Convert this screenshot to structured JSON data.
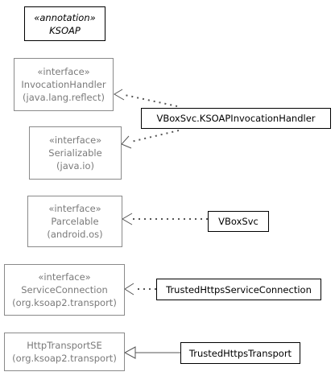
{
  "annotation": {
    "stereotype": "«annotation»",
    "name": "KSOAP"
  },
  "nodes": {
    "invocation_handler": {
      "stereotype": "«interface»",
      "name": "InvocationHandler",
      "package": "(java.lang.reflect)"
    },
    "serializable": {
      "stereotype": "«interface»",
      "name": "Serializable",
      "package": "(java.io)"
    },
    "parcelable": {
      "stereotype": "«interface»",
      "name": "Parcelable",
      "package": "(android.os)"
    },
    "service_connection": {
      "stereotype": "«interface»",
      "name": "ServiceConnection",
      "package": "(org.ksoap2.transport)"
    },
    "http_transport_se": {
      "name": "HttpTransportSE",
      "package": "(org.ksoap2.transport)"
    },
    "ksoap_invocation_handler": {
      "name": "VBoxSvc.KSOAPInvocationHandler"
    },
    "vbox_svc": {
      "name": "VBoxSvc"
    },
    "trusted_https_service_connection": {
      "name": "TrustedHttpsServiceConnection"
    },
    "trusted_https_transport": {
      "name": "TrustedHttpsTransport"
    }
  },
  "relations": [
    {
      "from": "VBoxSvc.KSOAPInvocationHandler",
      "to": "InvocationHandler",
      "kind": "realization"
    },
    {
      "from": "VBoxSvc.KSOAPInvocationHandler",
      "to": "Serializable",
      "kind": "realization"
    },
    {
      "from": "VBoxSvc",
      "to": "Parcelable",
      "kind": "realization"
    },
    {
      "from": "TrustedHttpsServiceConnection",
      "to": "ServiceConnection",
      "kind": "realization"
    },
    {
      "from": "TrustedHttpsTransport",
      "to": "HttpTransportSE",
      "kind": "generalization"
    }
  ],
  "colors": {
    "external_border": "#8a8a8a",
    "external_text": "#7a7a7a",
    "own": "#000000",
    "edge": "#555555"
  }
}
